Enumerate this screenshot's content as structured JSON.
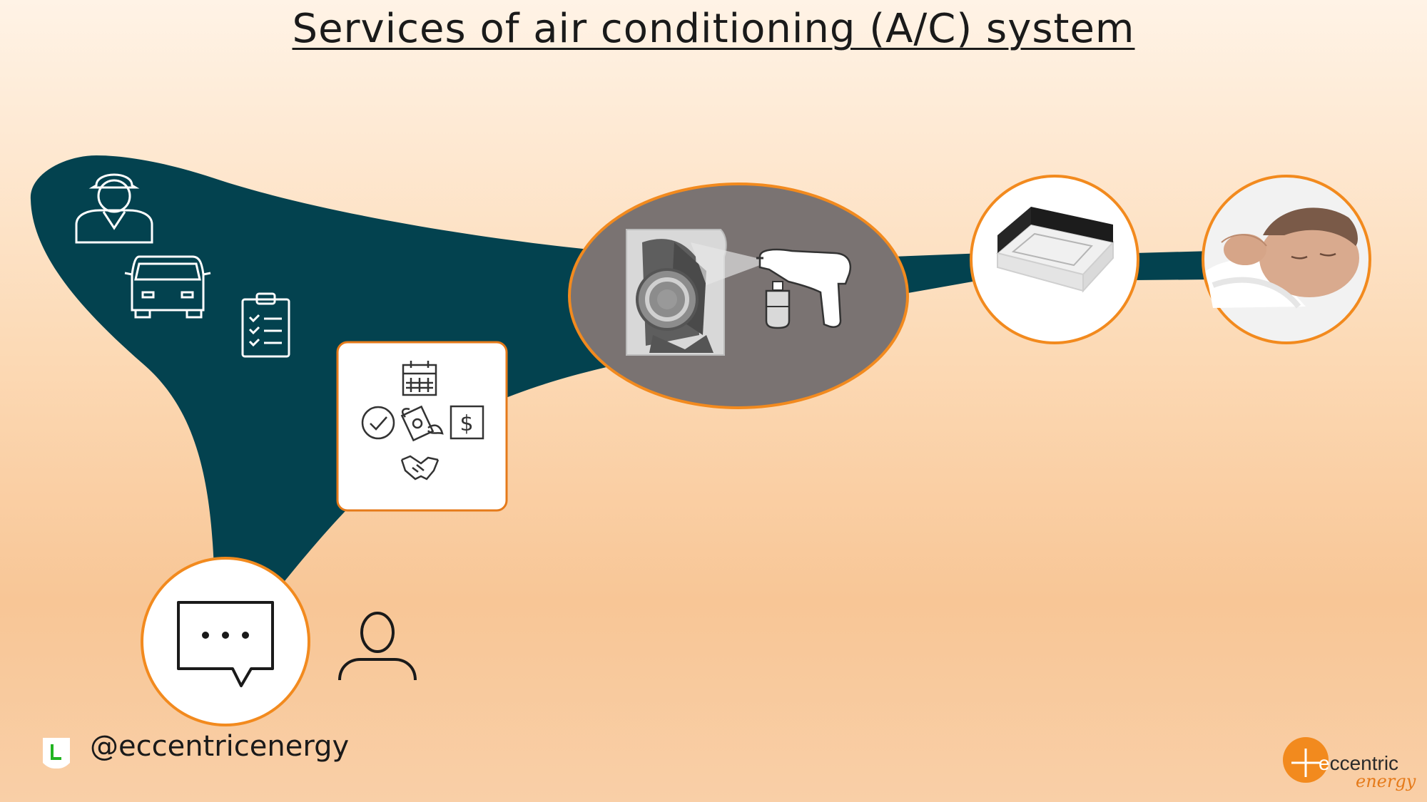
{
  "title": "Services of air conditioning (A/C) system",
  "line_handle": "@eccentricenergy",
  "brand": {
    "name_prefix": "e",
    "name_rest": "ccentric",
    "sub": "energy"
  },
  "colors": {
    "teal": "#03424f",
    "orange": "#f28a1e",
    "grey": "#7a7372",
    "line_green": "#22b422"
  },
  "icons": [
    "technician-icon",
    "van-icon",
    "clipboard-checklist-icon",
    "calendar-icon",
    "check-circle-icon",
    "flying-money-icon",
    "dollar-icon",
    "handshake-icon",
    "chat-bubble-icon",
    "person-icon",
    "spray-gun-icon",
    "ac-fan-coil-icon",
    "cassette-ac-icon",
    "sleeping-baby-icon",
    "line-logo-icon",
    "eccentric-logo-icon"
  ]
}
